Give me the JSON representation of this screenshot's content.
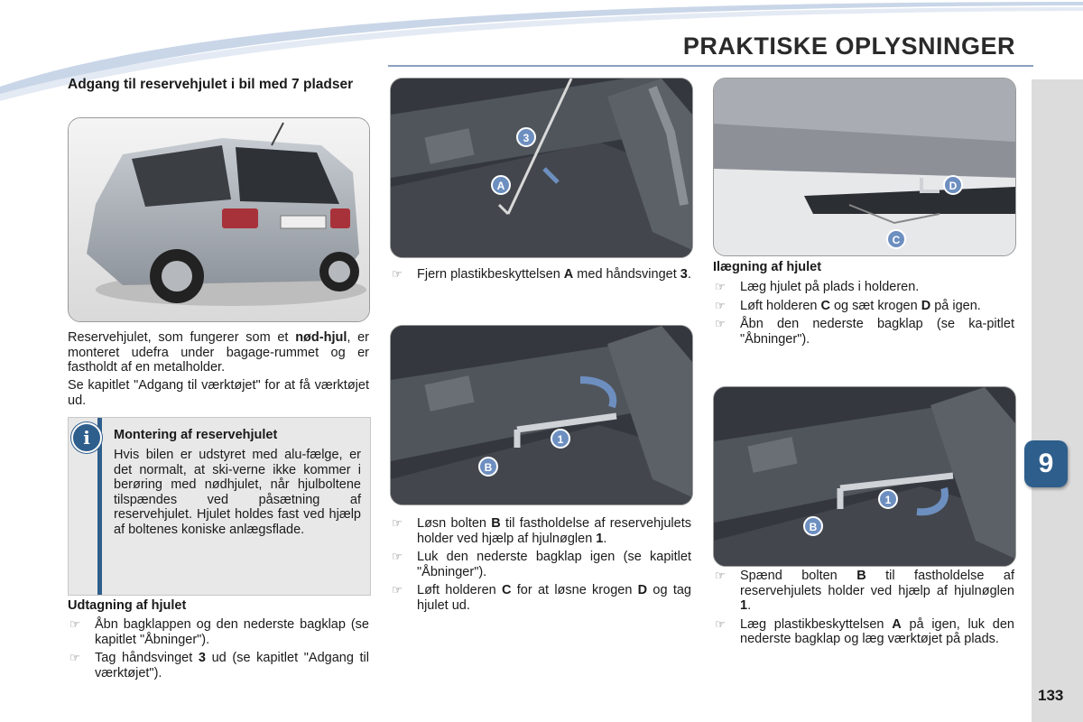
{
  "header": {
    "title": "PRAKTISKE OPLYSNINGER"
  },
  "chapter": {
    "number": "9"
  },
  "page_number": "133",
  "left_column": {
    "title": "Adgang til reservehjulet i bil med 7 pladser",
    "intro_p1_a": "Reservehjulet, som fungerer som et ",
    "intro_p1_bold": "nød-hjul",
    "intro_p1_b": ", er monteret udefra under bagage-rummet og er fastholdt af en metalholder.",
    "intro_p2": "Se kapitlet \"Adgang til værktøjet\" for at få værktøjet ud.",
    "info_box": {
      "icon": "info-icon",
      "title": "Montering af reservehjulet",
      "text": "Hvis bilen er udstyret med alu-fælge, er det normalt, at ski-verne ikke kommer i berøring med nødhjulet, når hjulboltene tilspændes ved påsætning af reservehjulet. Hjulet holdes fast ved hjælp af boltenes koniske anlægsflade."
    },
    "removal_title": "Udtagning af hjulet",
    "removal_steps": [
      "Åbn bagklappen og den nederste bagklap (se kapitlet \"Åbninger\").",
      {
        "a": "Tag håndsvinget ",
        "b": "3",
        "c": " ud (se kapitlet \"Adgang til værktøjet\")."
      }
    ]
  },
  "middle_column": {
    "step1": {
      "a": "Fjern plastikbeskyttelsen ",
      "b": "A",
      "c": " med håndsvinget ",
      "d": "3",
      "e": "."
    },
    "steps2": [
      {
        "a": "Løsn bolten ",
        "b": "B",
        "c": " til fastholdelse af reservehjulets holder ved hjælp af hjulnøglen ",
        "d": "1",
        "e": "."
      },
      {
        "a": "Luk den nederste bagklap igen (se kapitlet \"Åbninger\")."
      },
      {
        "a": "Løft holderen ",
        "b": "C",
        "c": " for at løsne krogen ",
        "d": "D",
        "e": " og tag hjulet ud."
      }
    ],
    "image1_labels": [
      "3",
      "A"
    ],
    "image2_labels": [
      "1",
      "B"
    ]
  },
  "right_column": {
    "fit_title": "Ilægning af hjulet",
    "fit_steps": [
      {
        "a": "Læg hjulet på plads i holderen."
      },
      {
        "a": "Løft holderen ",
        "b": "C",
        "c": " og sæt krogen ",
        "d": "D",
        "e": " på igen."
      },
      {
        "a": "Åbn den nederste bagklap (se ka-pitlet \"Åbninger\")."
      }
    ],
    "final_steps": [
      {
        "a": "Spænd bolten ",
        "b": "B",
        "c": " til fastholdelse af reservehjulets holder ved hjælp af hjulnøglen ",
        "d": "1",
        "e": "."
      },
      {
        "a": "Læg plastikbeskyttelsen ",
        "b": "A",
        "c": " på igen, luk den nederste bagklap og læg værktøjet på plads."
      }
    ],
    "image3_labels": [
      "D",
      "C"
    ],
    "image4_labels": [
      "1",
      "B"
    ]
  },
  "colors": {
    "accent": "#2e5e8c",
    "label_circle": "#6d8fc0",
    "info_bg": "#e8e8e8",
    "side_tab": "#dcdcdc"
  },
  "icons": {
    "bullet": "hand-pointer-icon",
    "info": "info-icon"
  }
}
